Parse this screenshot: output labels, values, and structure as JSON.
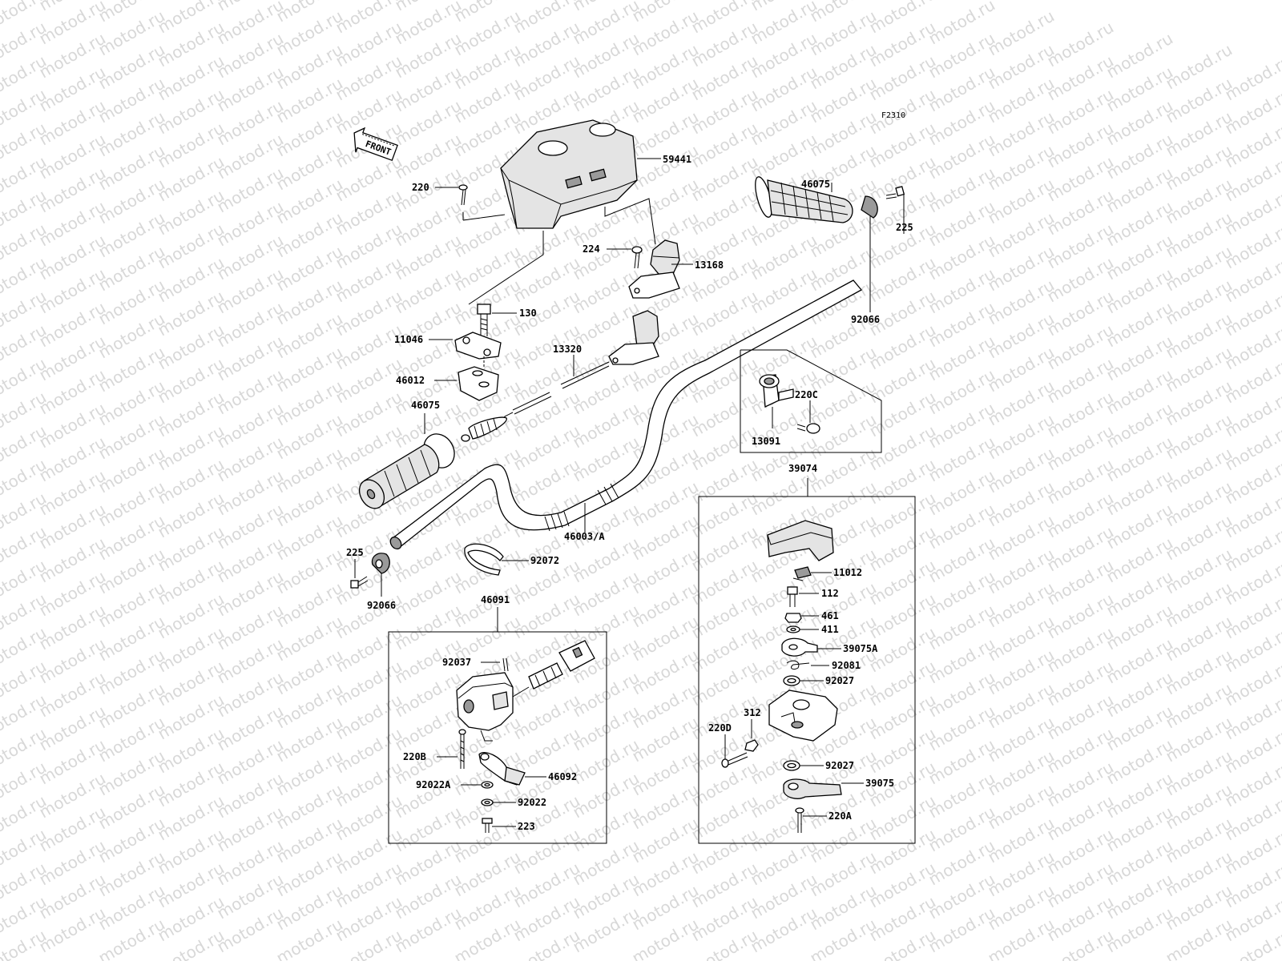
{
  "diagram": {
    "code": "F2310",
    "front_label": "FRONT",
    "watermark": "motod.ru"
  },
  "labels": [
    {
      "id": "59441",
      "text": "59441"
    },
    {
      "id": "220",
      "text": "220"
    },
    {
      "id": "46075-right",
      "text": "46075"
    },
    {
      "id": "225-right",
      "text": "225"
    },
    {
      "id": "224",
      "text": "224"
    },
    {
      "id": "13168",
      "text": "13168"
    },
    {
      "id": "92066-right",
      "text": "92066"
    },
    {
      "id": "130",
      "text": "130"
    },
    {
      "id": "11046",
      "text": "11046"
    },
    {
      "id": "13320",
      "text": "13320"
    },
    {
      "id": "46012",
      "text": "46012"
    },
    {
      "id": "220c",
      "text": "220C"
    },
    {
      "id": "13091",
      "text": "13091"
    },
    {
      "id": "46075-left",
      "text": "46075"
    },
    {
      "id": "39074",
      "text": "39074"
    },
    {
      "id": "46003a",
      "text": "46003/A"
    },
    {
      "id": "225-left",
      "text": "225"
    },
    {
      "id": "92072",
      "text": "92072"
    },
    {
      "id": "92066-left",
      "text": "92066"
    },
    {
      "id": "11012",
      "text": "11012"
    },
    {
      "id": "112",
      "text": "112"
    },
    {
      "id": "46091",
      "text": "46091"
    },
    {
      "id": "461",
      "text": "461"
    },
    {
      "id": "411",
      "text": "411"
    },
    {
      "id": "39075a",
      "text": "39075A"
    },
    {
      "id": "92037",
      "text": "92037"
    },
    {
      "id": "92081",
      "text": "92081"
    },
    {
      "id": "92027-top",
      "text": "92027"
    },
    {
      "id": "312",
      "text": "312"
    },
    {
      "id": "220d",
      "text": "220D"
    },
    {
      "id": "220b",
      "text": "220B"
    },
    {
      "id": "92027-bottom",
      "text": "92027"
    },
    {
      "id": "46092",
      "text": "46092"
    },
    {
      "id": "39075",
      "text": "39075"
    },
    {
      "id": "92022a",
      "text": "92022A"
    },
    {
      "id": "92022",
      "text": "92022"
    },
    {
      "id": "220a",
      "text": "220A"
    },
    {
      "id": "223",
      "text": "223"
    }
  ]
}
